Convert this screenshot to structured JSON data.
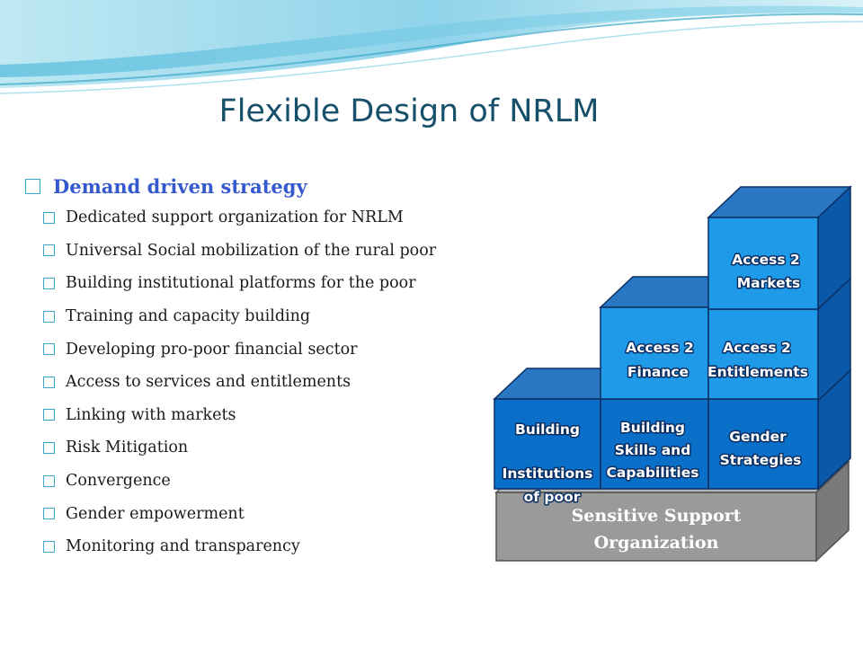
{
  "slide": {
    "title": "Flexible Design of NRLM",
    "heading": "Demand driven strategy",
    "points": [
      "Dedicated support organization for NRLM",
      "Universal Social mobilization of the rural poor",
      "Building institutional platforms for the poor",
      "Training and capacity building",
      "Developing pro-poor financial sector",
      "Access to services and entitlements",
      "Linking with markets",
      "Risk Mitigation",
      "Convergence",
      "Gender empowerment",
      "Monitoring and transparency"
    ]
  },
  "diagram": {
    "base": {
      "line1": "Sensitive Support",
      "line2": "Organization"
    },
    "blocks": [
      {
        "line1": "Building",
        "line2": "Institutions",
        "line3": "of poor"
      },
      {
        "line1": "Building",
        "line2": "Skills and",
        "line3": "Capabilities"
      },
      {
        "line1": "Gender",
        "line2": "Strategies"
      },
      {
        "line1": "Access  2",
        "line2": "Finance"
      },
      {
        "line1": "Access 2",
        "line2": "Entitlements"
      },
      {
        "line1": "Access 2",
        "line2": "Markets"
      }
    ]
  },
  "colors": {
    "title": "#17506b",
    "heading": "#3558cc",
    "block_front": "#0a6fc8",
    "block_top": "#2a78c4",
    "block_side": "#0b58a8",
    "highlight_front": "#1e9ae8",
    "base_front": "#9a9a9a",
    "base_side": "#7a7a7a"
  }
}
